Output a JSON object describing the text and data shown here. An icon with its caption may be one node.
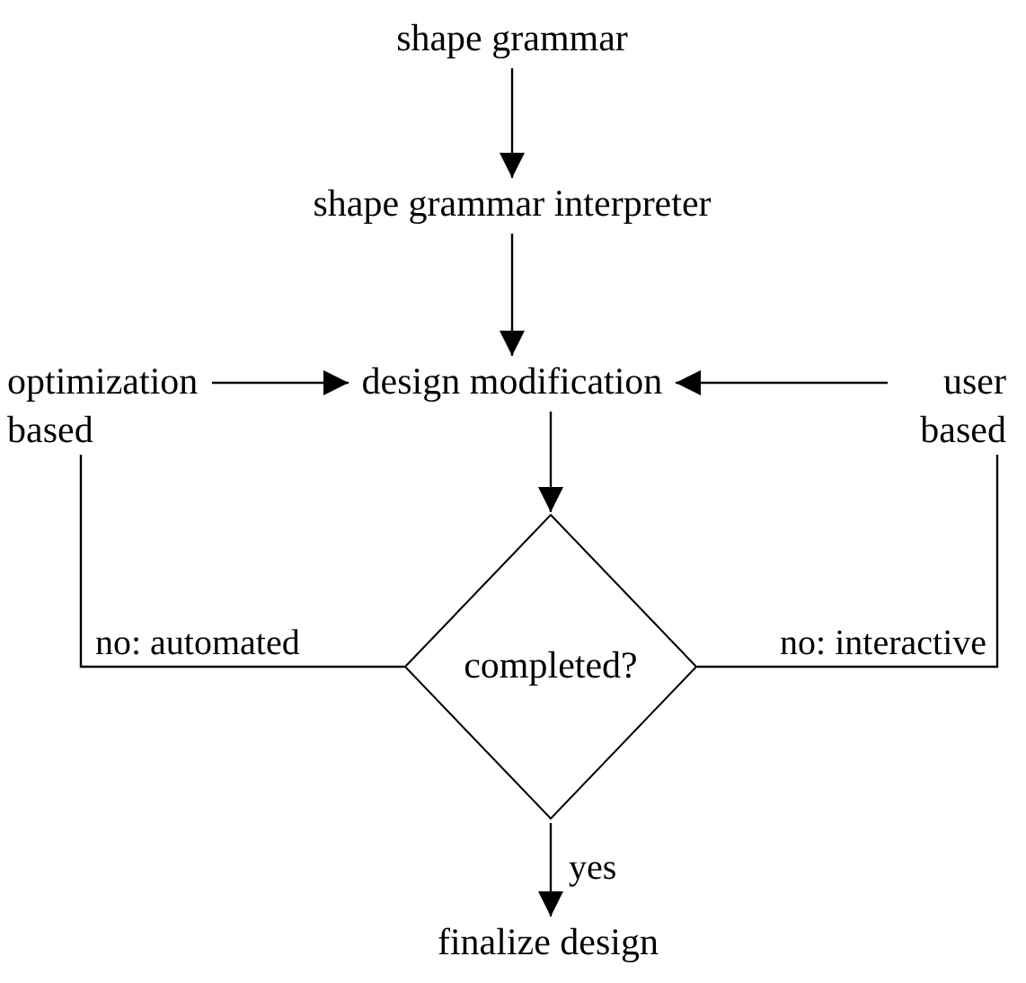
{
  "diagram": {
    "nodes": [
      {
        "text": [
          "shape grammar"
        ]
      },
      {
        "text": [
          "shape grammar interpreter"
        ]
      },
      {
        "text": [
          "design modification"
        ]
      },
      {
        "text": [
          "optimization based"
        ]
      },
      {
        "text": [
          "user based"
        ]
      },
      {
        "text": [
          "completed?"
        ]
      },
      {
        "text": [
          "finalize design"
        ]
      }
    ],
    "edges": [
      {
        "from": 0,
        "to": 1,
        "arrow": "to"
      },
      {
        "from": 1,
        "to": 2,
        "arrow": "to"
      },
      {
        "from": 3,
        "to": 2,
        "arrow": "to"
      },
      {
        "from": 4,
        "to": 2,
        "arrow": "to"
      },
      {
        "from": 2,
        "to": 5,
        "arrow": "to"
      },
      {
        "from": 5,
        "to": 3,
        "label": "no: automated",
        "arrow": "none"
      },
      {
        "from": 5,
        "to": 4,
        "label": "no: interactive",
        "arrow": "none"
      },
      {
        "from": 5,
        "to": 6,
        "label": "yes",
        "arrow": "to"
      }
    ]
  }
}
